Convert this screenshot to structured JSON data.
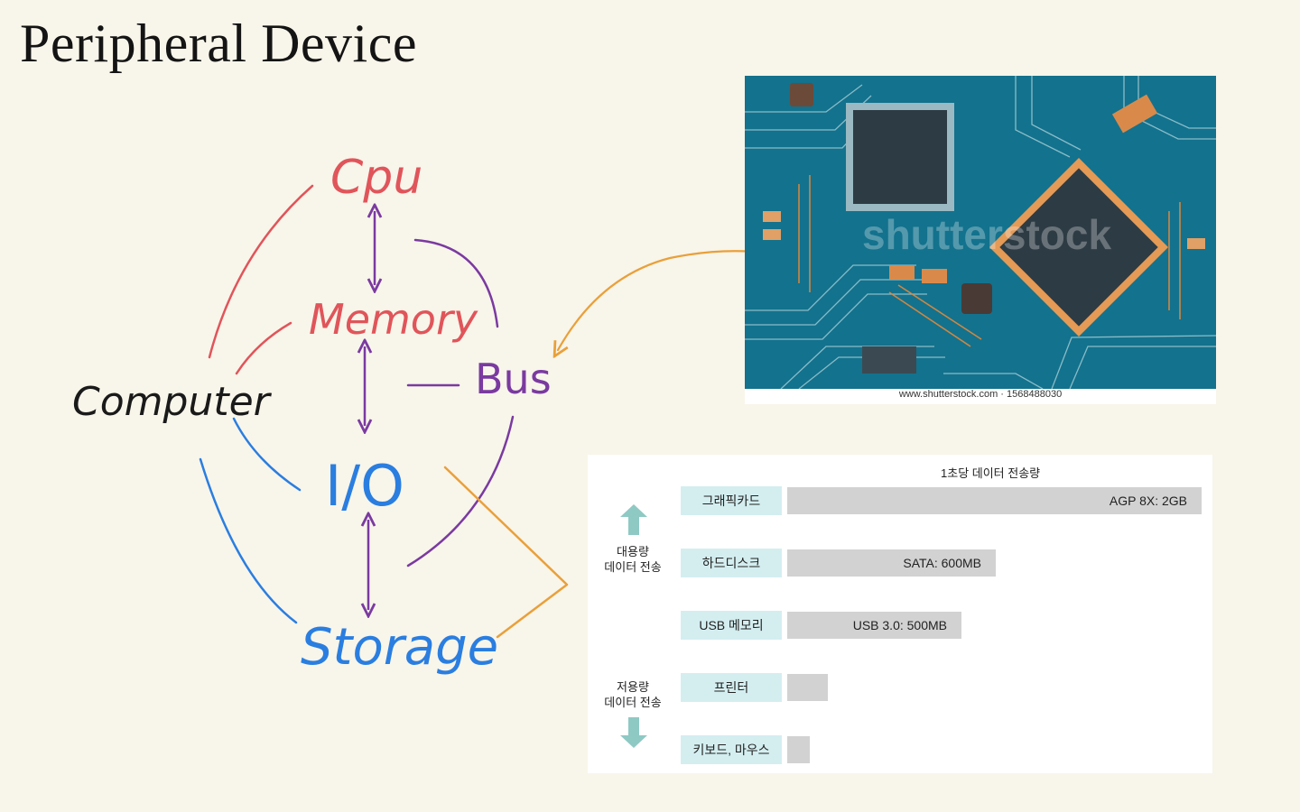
{
  "title": "Peripheral Device",
  "diagram": {
    "nodes": {
      "cpu": "Cpu",
      "memory": "Memory",
      "bus": "Bus",
      "io": "I/O",
      "storage": "Storage",
      "computer": "Computer"
    },
    "colors": {
      "red": "#e0555a",
      "purple": "#7a3aa0",
      "blue": "#2a7ee0",
      "orange": "#e9a03a",
      "black": "#1a1a1a"
    }
  },
  "photo": {
    "caption": "www.shutterstock.com · 1568488030",
    "watermark": "shutterstock"
  },
  "transfer_chart": {
    "title": "1초당 데이터 전송량",
    "high_label": "대용량\n데이터 전송",
    "low_label": "저용량\n데이터 전송",
    "rows": [
      {
        "device": "그래픽카드",
        "value_label": "AGP 8X: 2GB",
        "mb": 2048
      },
      {
        "device": "하드디스크",
        "value_label": "SATA: 600MB",
        "mb": 600
      },
      {
        "device": "USB 메모리",
        "value_label": "USB 3.0: 500MB",
        "mb": 500
      },
      {
        "device": "프린터",
        "value_label": "",
        "mb": 100
      },
      {
        "device": "키보드, 마우스",
        "value_label": "",
        "mb": 50
      }
    ]
  }
}
